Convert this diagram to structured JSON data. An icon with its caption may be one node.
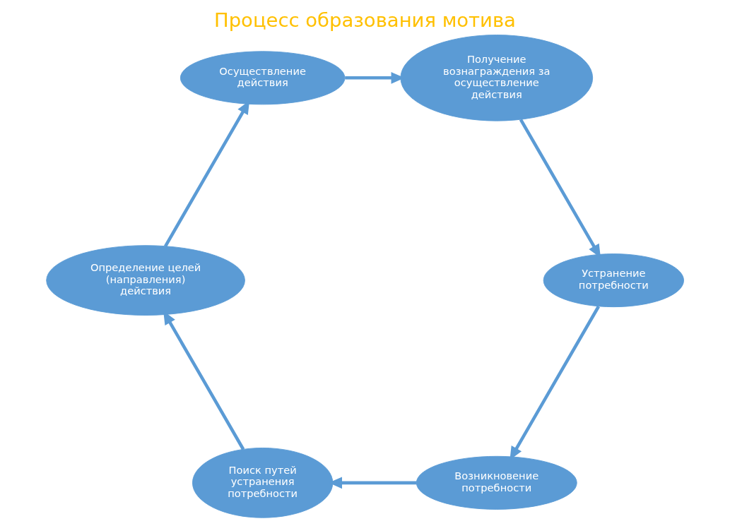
{
  "diagram": {
    "title": "Процесс образования мотива",
    "nodes": [
      {
        "text": [
          "Возникновение потребности"
        ]
      },
      {
        "text": [
          "Поиск путей устранения потребности"
        ]
      },
      {
        "text": [
          "Определение целей (направления) действия"
        ]
      },
      {
        "text": [
          "Осуществление действия"
        ]
      },
      {
        "text": [
          "Получение вознаграждения за осуществление действия"
        ]
      },
      {
        "text": [
          "Устранение потребности"
        ]
      }
    ],
    "edges": [
      {
        "from": 0,
        "to": 1,
        "arrow": "to"
      },
      {
        "from": 1,
        "to": 2,
        "arrow": "to"
      },
      {
        "from": 2,
        "to": 3,
        "arrow": "to"
      },
      {
        "from": 3,
        "to": 4,
        "arrow": "to"
      },
      {
        "from": 4,
        "to": 5,
        "arrow": "to"
      },
      {
        "from": 5,
        "to": 0,
        "arrow": "to"
      }
    ]
  }
}
